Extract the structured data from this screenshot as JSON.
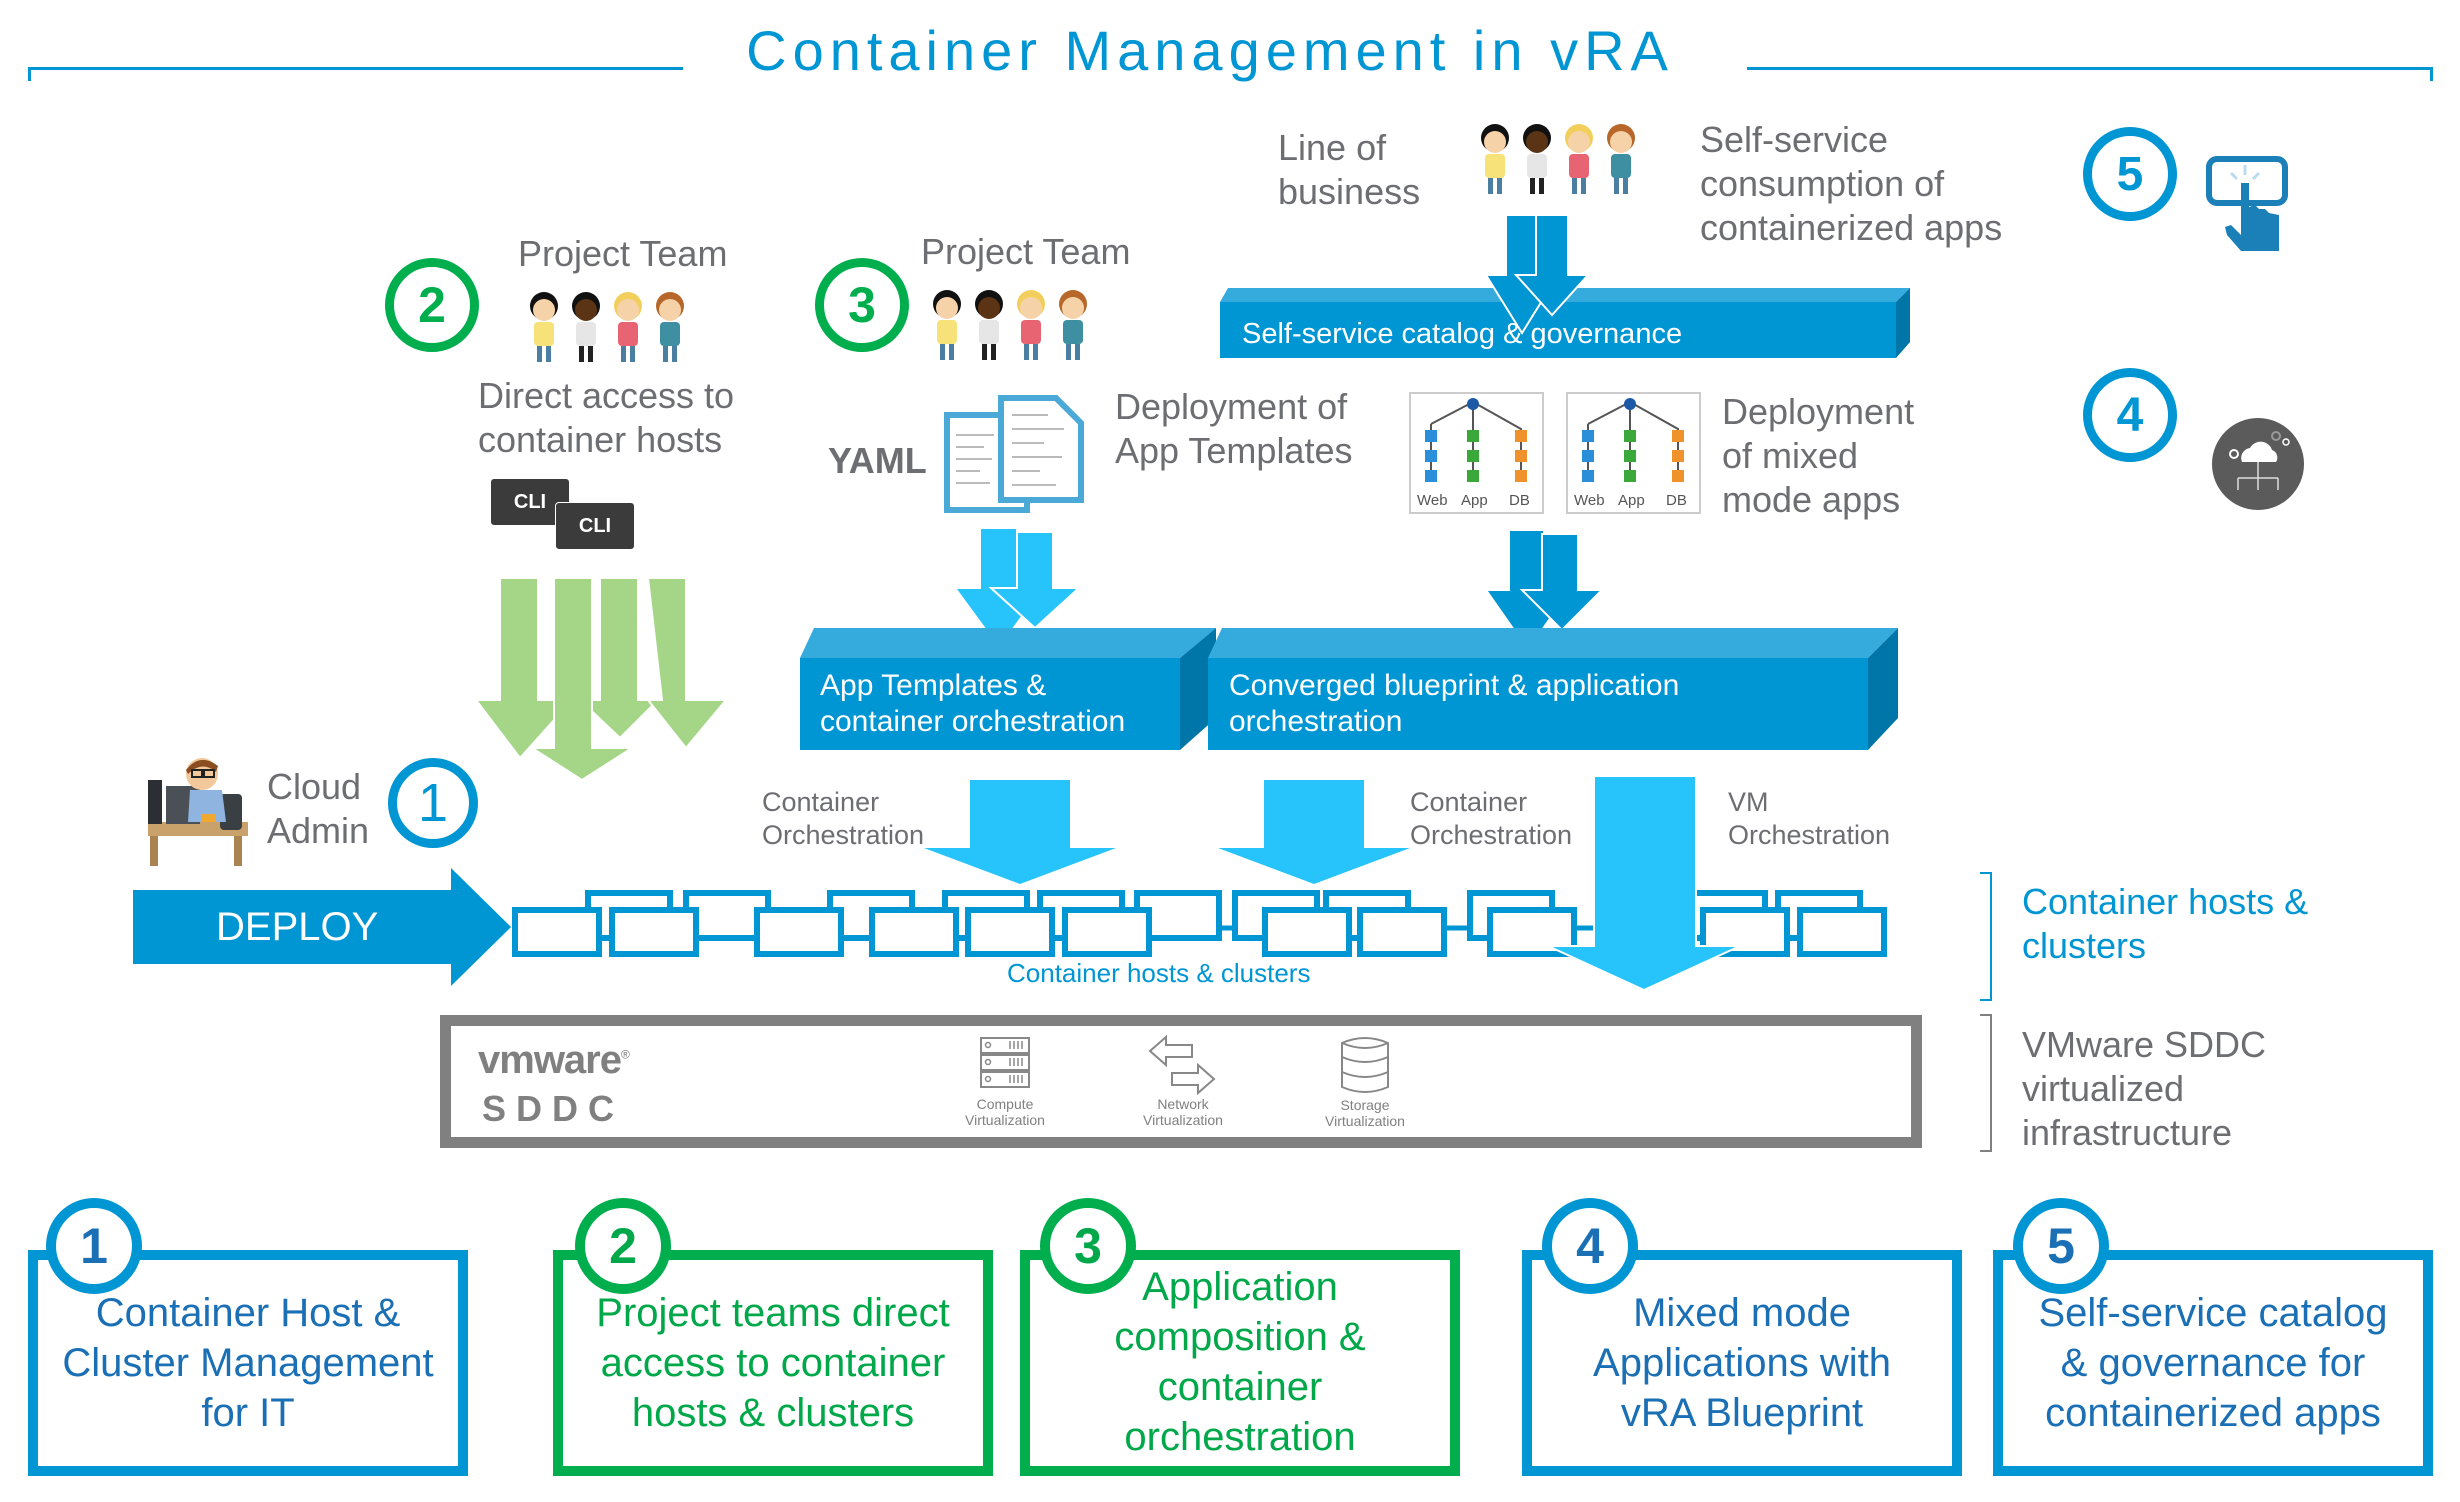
{
  "title": "Container Management in vRA",
  "colors": {
    "brand_blue": "#0095d3",
    "light_blue_arrow": "#27c4fc",
    "green": "#00ae4d",
    "light_green_arrow": "#a5d587",
    "gray_text": "#6d6e71",
    "sddc_border": "#808080"
  },
  "top_section": {
    "line_of_business": [
      "Line of",
      "business"
    ],
    "self_service_consumption": [
      "Self-service",
      "consumption of",
      "containerized apps"
    ],
    "self_service_catalog_bar": "Self-service catalog & governance",
    "step5_number": "5",
    "step5_icon": "touch-screen-icon",
    "step4_number": "4",
    "step4_icon": "cloud-network-icon"
  },
  "project_team_direct": {
    "number": "2",
    "title": "Project Team",
    "icon": "people-group-icon",
    "description": [
      "Direct access to",
      "container hosts"
    ],
    "cli_labels": [
      "CLI",
      "CLI"
    ]
  },
  "project_team_templates": {
    "number": "3",
    "title": "Project Team",
    "icon": "people-group-icon",
    "yaml_label": "YAML",
    "description": [
      "Deployment of",
      "App Templates"
    ]
  },
  "mixed_mode": {
    "description": [
      "Deployment",
      "of mixed",
      "mode apps"
    ],
    "blueprint_tiers": [
      "Web",
      "App",
      "DB"
    ]
  },
  "orchestration_bars": {
    "app_templates": [
      "App Templates &",
      "container orchestration"
    ],
    "converged": [
      "Converged blueprint & application",
      "orchestration"
    ]
  },
  "cloud_admin": {
    "label": [
      "Cloud",
      "Admin"
    ],
    "number": "1",
    "deploy_label": "DEPLOY"
  },
  "orchestration_labels": {
    "container_left": [
      "Container",
      "Orchestration"
    ],
    "container_right": [
      "Container",
      "Orchestration"
    ],
    "vm": [
      "VM",
      "Orchestration"
    ]
  },
  "hosts_caption": "Container hosts & clusters",
  "right_labels": {
    "hosts": [
      "Container hosts &",
      "clusters"
    ],
    "sddc": [
      "VMware SDDC",
      "virtualized",
      "infrastructure"
    ]
  },
  "sddc": {
    "brand": "vmware",
    "trademark": "®",
    "product": "SDDC",
    "items": [
      {
        "icon": "server-rack-icon",
        "label": [
          "Compute",
          "Virtualization"
        ]
      },
      {
        "icon": "network-arrows-icon",
        "label": [
          "Network",
          "Virtualization"
        ]
      },
      {
        "icon": "database-icon",
        "label": [
          "Storage",
          "Virtualization"
        ]
      }
    ]
  },
  "cards": [
    {
      "number": "1",
      "color": "blue",
      "lines": [
        "Container Host &",
        "Cluster Management",
        "for IT"
      ]
    },
    {
      "number": "2",
      "color": "green",
      "lines": [
        "Project teams direct",
        "access to container",
        "hosts & clusters"
      ]
    },
    {
      "number": "3",
      "color": "green",
      "lines": [
        "Application",
        "composition &",
        "container",
        "orchestration"
      ]
    },
    {
      "number": "4",
      "color": "blue",
      "lines": [
        "Mixed mode",
        "Applications with",
        "vRA Blueprint"
      ]
    },
    {
      "number": "5",
      "color": "blue",
      "lines": [
        "Self-service catalog",
        "& governance for",
        "containerized apps"
      ]
    }
  ]
}
